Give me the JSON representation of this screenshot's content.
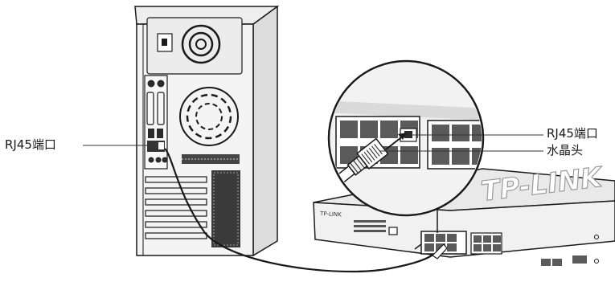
{
  "labels": {
    "pc_port": "RJ45端口",
    "switch_port": "RJ45端口",
    "crystal_head": "水晶头"
  },
  "switch_brand": "TP-LINK",
  "switch_panel_brand": "TP-LINK",
  "colors": {
    "line": "#1a1a1a",
    "pc_body": "#f4f4f4",
    "switch_body": "#e9e9e9",
    "port": "#5a5a5a",
    "callout_line": "#333333"
  }
}
